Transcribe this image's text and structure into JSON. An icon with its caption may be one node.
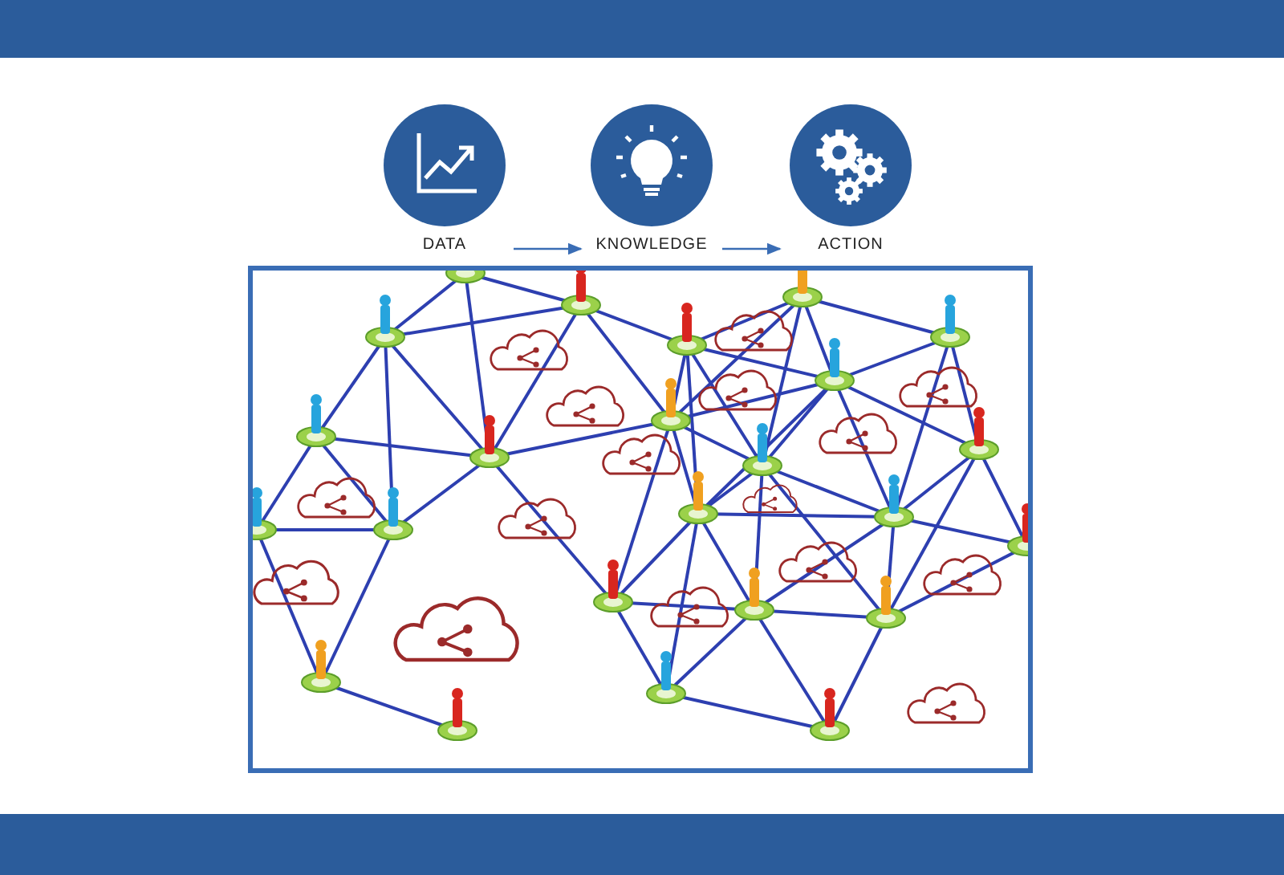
{
  "diagram": {
    "nodes": [
      {
        "text": [
          "DATA"
        ]
      },
      {
        "text": [
          "KNOWLEDGE"
        ]
      },
      {
        "text": [
          "ACTION"
        ]
      }
    ],
    "edges": [
      {
        "from": 0,
        "to": 1,
        "arrow": "to"
      },
      {
        "from": 1,
        "to": 2,
        "arrow": "to"
      }
    ]
  }
}
